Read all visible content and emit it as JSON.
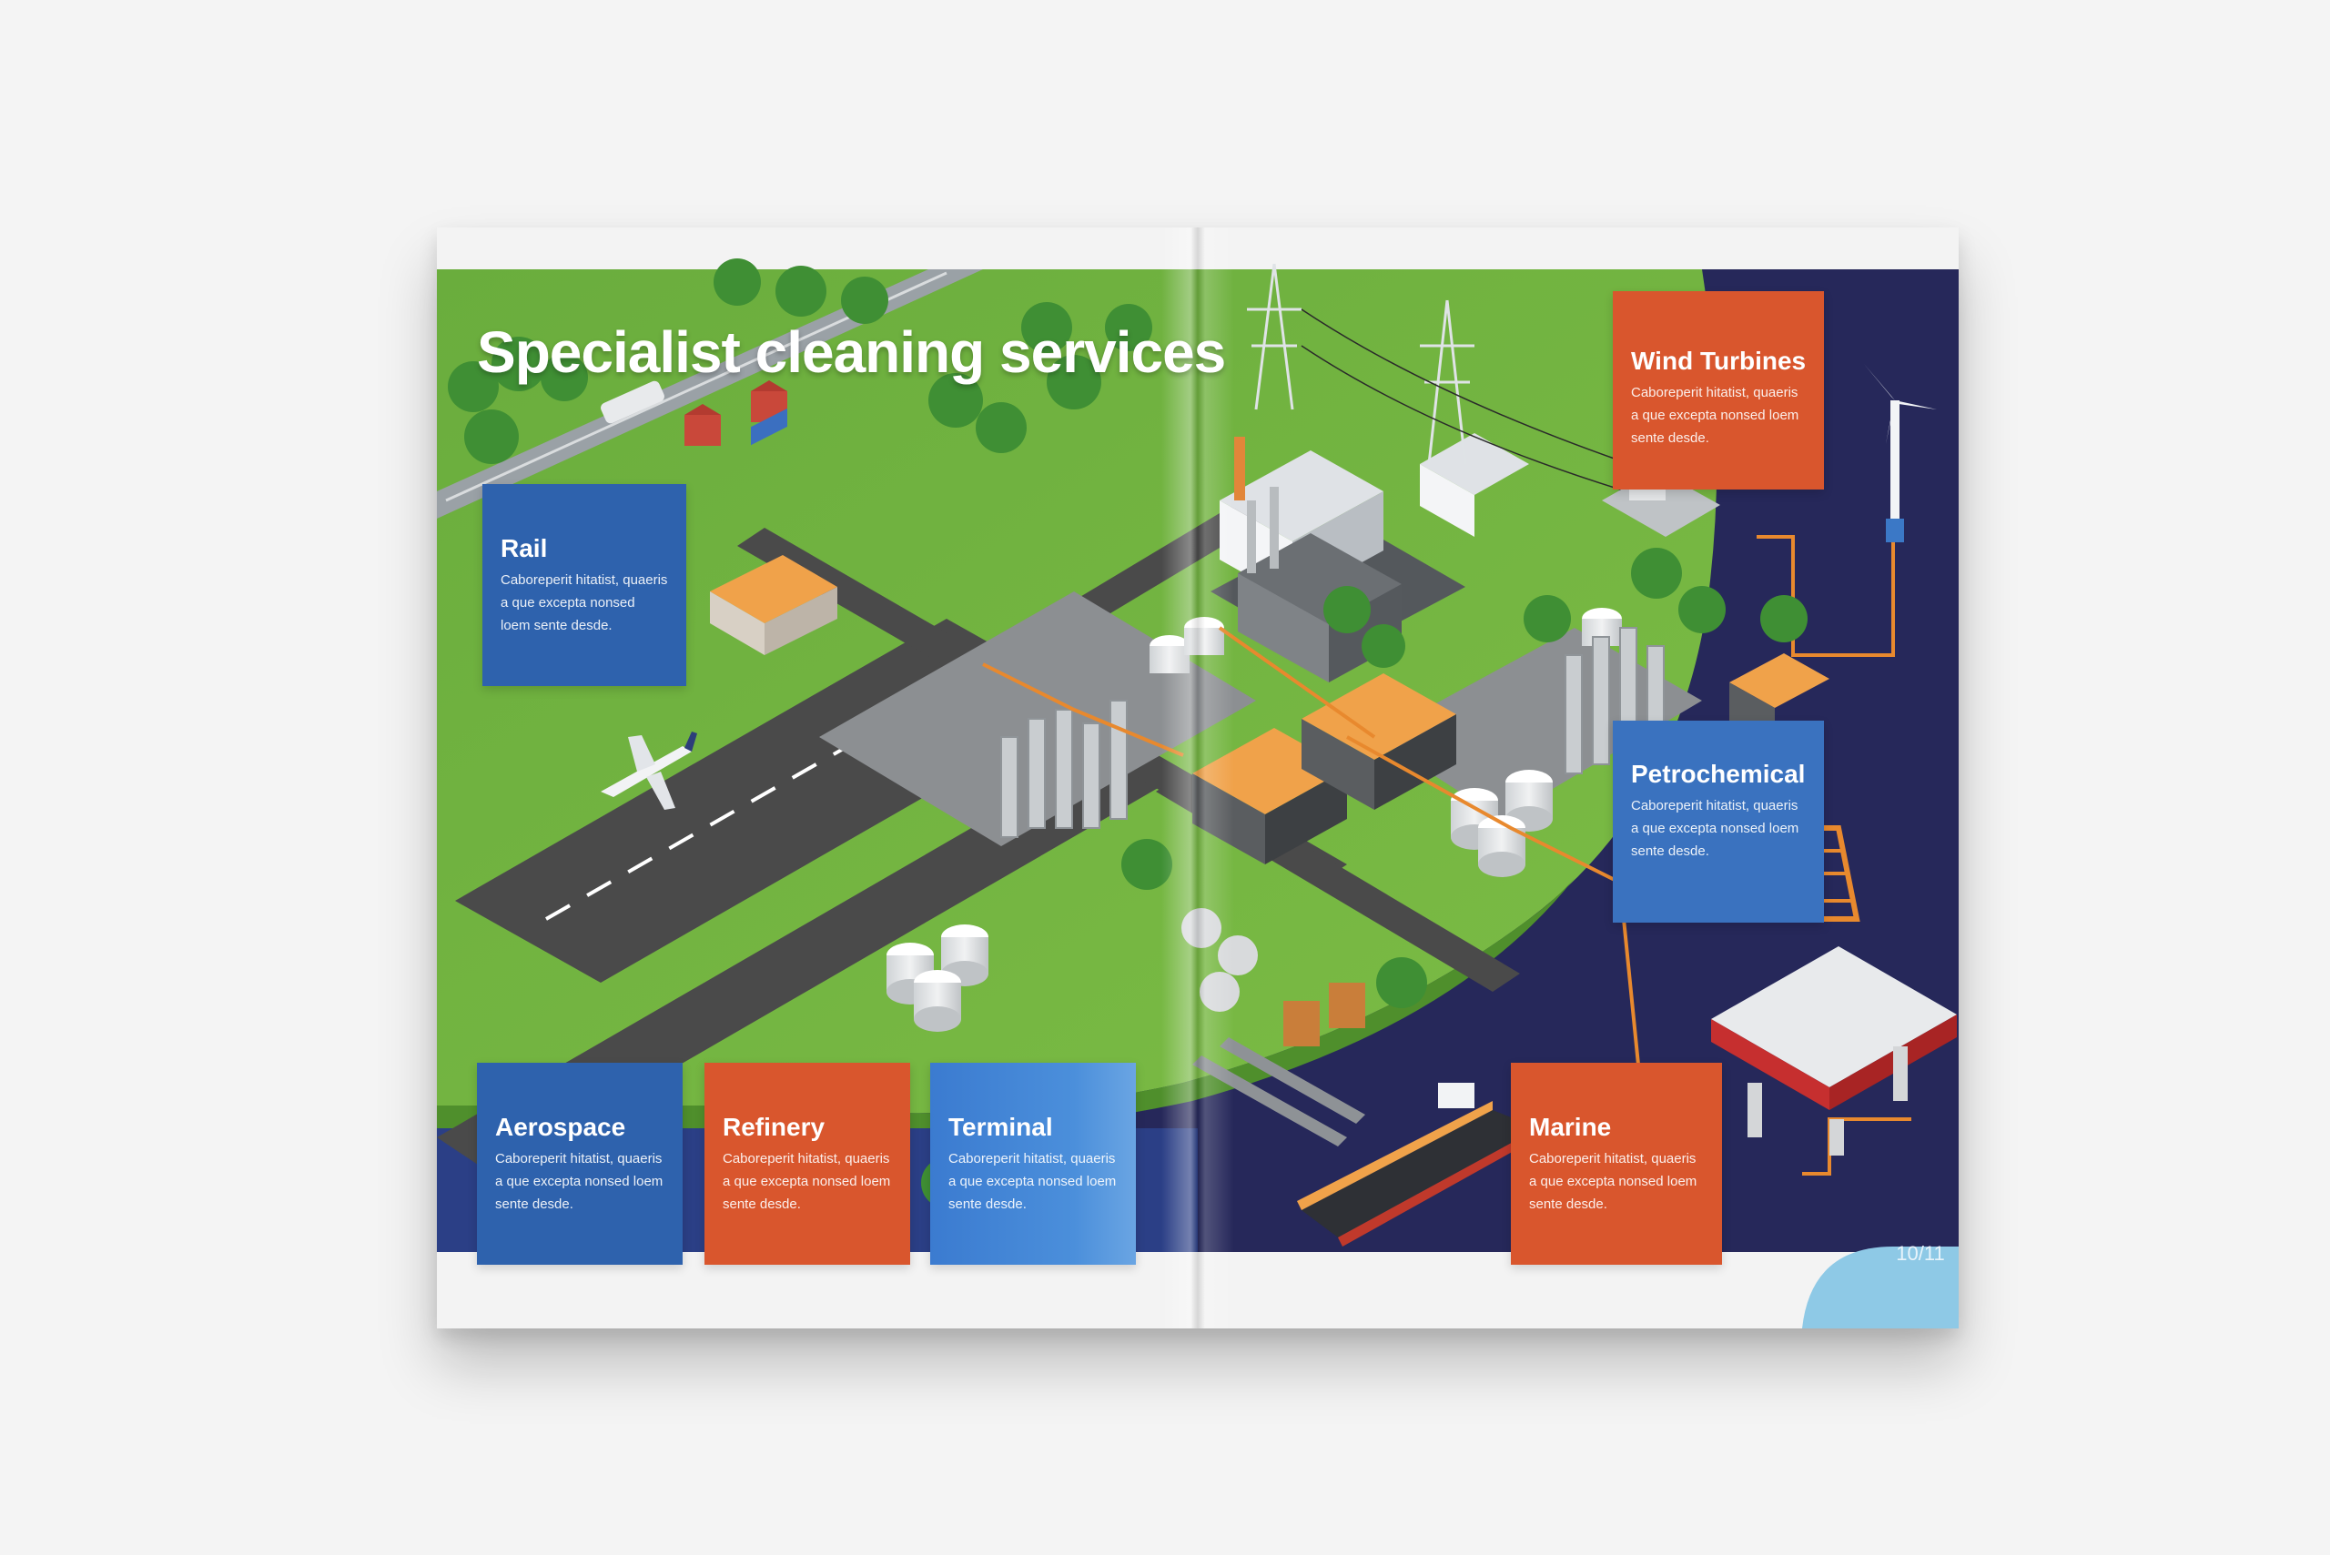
{
  "title": "Specialist cleaning services",
  "cards": {
    "rail": {
      "heading": "Rail",
      "body": "Caboreperit hitatist, quaeris a que excepta nonsed loem sente desde."
    },
    "aerospace": {
      "heading": "Aerospace",
      "body": "Caboreperit hitatist, quaeris a que excepta nonsed loem sente desde."
    },
    "refinery": {
      "heading": "Refinery",
      "body": "Caboreperit hitatist, quaeris a que excepta nonsed loem sente desde."
    },
    "terminal": {
      "heading": "Terminal",
      "body": "Caboreperit hitatist, quaeris a que excepta nonsed loem sente desde."
    },
    "wind_turbines": {
      "heading": "Wind Turbines",
      "body": "Caboreperit hitatist, quaeris a que excepta nonsed loem sente desde."
    },
    "petrochemical": {
      "heading": "Petrochemical",
      "body": "Caboreperit hitatist, quaeris a que excepta nonsed loem sente desde."
    },
    "marine": {
      "heading": "Marine",
      "body": "Caboreperit hitatist, quaeris a que excepta nonsed loem sente desde."
    }
  },
  "page_number": "10/11",
  "colors": {
    "card_blue": "#2e62ad",
    "card_orange": "#d9562d",
    "ocean": "#26285a",
    "land": "#6bad3c",
    "road": "#4a4a4a",
    "pipe": "#e8892e",
    "page_tab": "#8ec9e6"
  }
}
